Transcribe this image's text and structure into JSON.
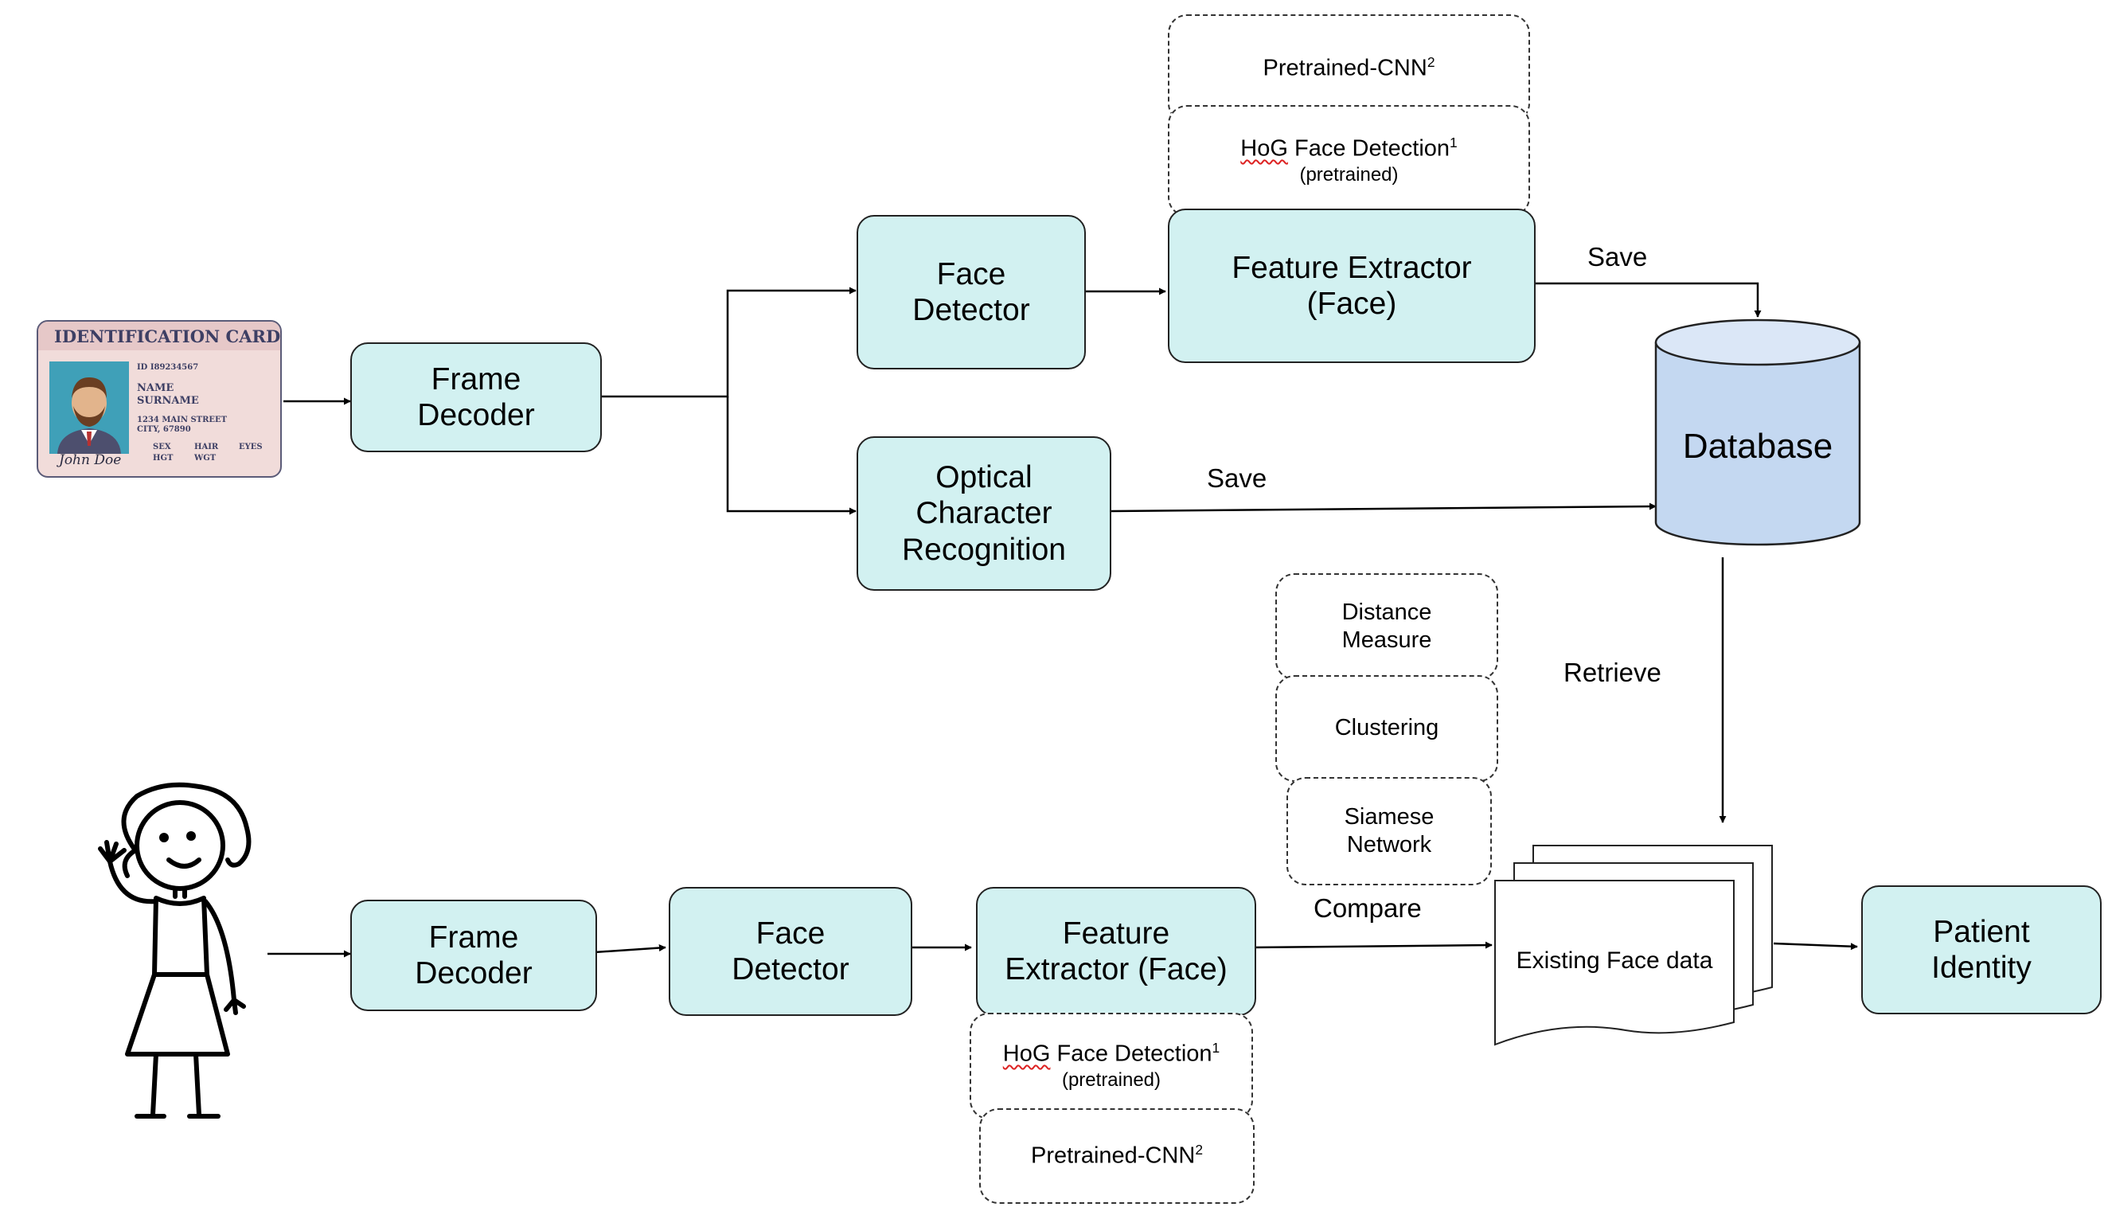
{
  "top_pipeline": {
    "frame_decoder": [
      "Frame",
      "Decoder"
    ],
    "face_detector": [
      "Face",
      "Detector"
    ],
    "feature_extractor": [
      "Feature Extractor",
      "(Face)"
    ],
    "ocr": [
      "Optical",
      "Character",
      "Recognition"
    ],
    "option_cnn": {
      "label": "Pretrained-CNN",
      "sup": "2"
    },
    "option_hog": {
      "prefix": "HoG",
      "label": " Face Detection",
      "sup": "1",
      "sub": "(pretrained)"
    },
    "save_face": "Save",
    "save_ocr": "Save"
  },
  "database": {
    "label": "Database"
  },
  "retrieve": "Retrieve",
  "compare_methods": {
    "distance": [
      "Distance",
      "Measure"
    ],
    "clustering": "Clustering",
    "siamese": [
      "Siamese",
      "Network"
    ]
  },
  "bottom_pipeline": {
    "frame_decoder": [
      "Frame",
      "Decoder"
    ],
    "face_detector": [
      "Face",
      "Detector"
    ],
    "feature_extractor": [
      "Feature",
      "Extractor (Face)"
    ],
    "option_hog": {
      "prefix": "HoG",
      "label": " Face Detection",
      "sup": "1",
      "sub": "(pretrained)"
    },
    "option_cnn": {
      "label": "Pretrained-CNN",
      "sup": "2"
    },
    "compare": "Compare",
    "existing_face_data": "Existing Face data",
    "patient_identity": [
      "Patient",
      "Identity"
    ]
  },
  "id_card": {
    "title": "IDENTIFICATION CARD",
    "id": "ID I89234567",
    "name": "NAME",
    "surname": "SURNAME",
    "street": "1234 MAIN STREET",
    "city": "CITY, 67890",
    "sex": "SEX",
    "hair": "HAIR",
    "eyes": "EYES",
    "hgt": "HGT",
    "wgt": "WGT",
    "signature": "John Doe"
  },
  "colors": {
    "process_fill": "#d2f1f1",
    "database_fill": "#c4d8f1",
    "card_fill": "#f1dcda",
    "card_header": "#e6c8c8",
    "photo_bg": "#3fa0b8"
  }
}
